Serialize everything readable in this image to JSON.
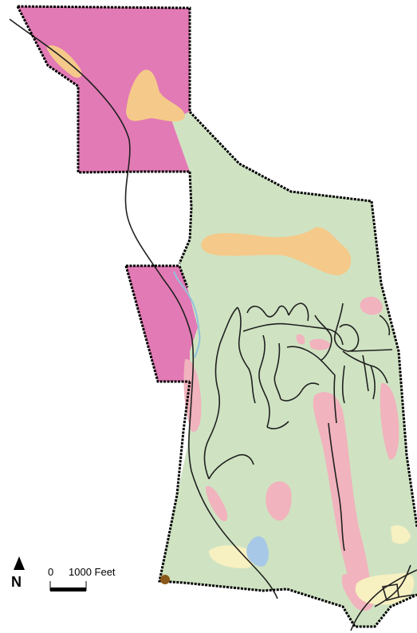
{
  "map": {
    "north_label": "N",
    "scale_start": "0",
    "scale_end": "1000 Feet"
  },
  "colors": {
    "background": "#ffffff",
    "green_zone": "#cfe3c2",
    "magenta_zone": "#e27ab5",
    "orange_zone": "#f5c98a",
    "pink_zone": "#f1b3bd",
    "yellow_zone": "#f7f0c0",
    "water": "#a7c8e6",
    "stream": "#8fc4da",
    "brown_point": "#8a5a1a",
    "boundary": "#000000",
    "road": "#202020"
  }
}
